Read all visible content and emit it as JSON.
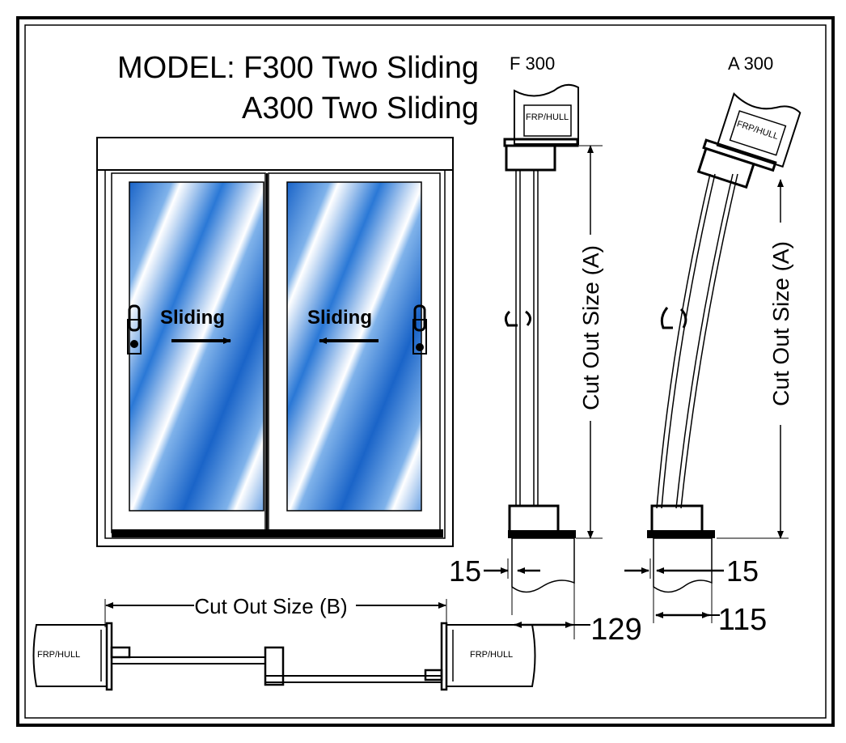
{
  "title": {
    "line1": "MODEL: F300 Two Sliding",
    "line2": "A300 Two Sliding"
  },
  "window": {
    "left_label": "Sliding",
    "right_label": "Sliding",
    "left_arrow": "right",
    "right_arrow": "left",
    "glass_color": "#1e6fd0"
  },
  "f300": {
    "label": "F 300",
    "hull_label": "FRP/HULL",
    "height_dim": "Cut Out Size  (A)",
    "offset_dim": "15",
    "depth_dim": "129"
  },
  "a300": {
    "label": "A 300",
    "hull_label": "FRP/HULL",
    "height_dim": "Cut Out Size  (A)",
    "offset_dim": "15",
    "depth_dim": "115"
  },
  "plan": {
    "width_dim": "Cut Out Size  (B)",
    "left_hull_label": "FRP/HULL",
    "right_hull_label": "FRP/HULL"
  }
}
